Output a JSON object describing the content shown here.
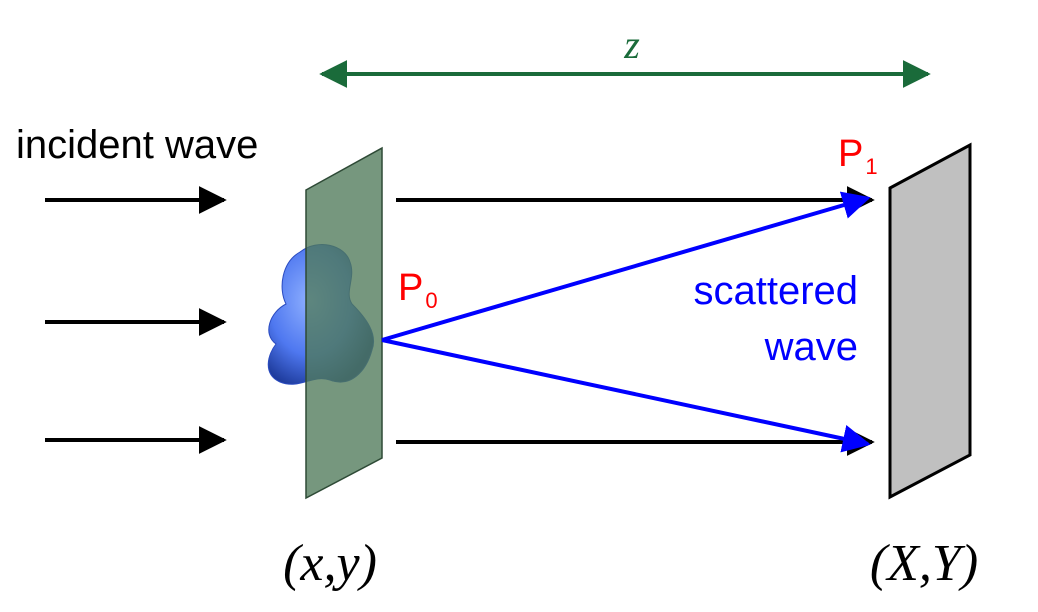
{
  "labels": {
    "distance": "z",
    "incident": "incident wave",
    "p0_letter": "P",
    "p0_sub": "0",
    "p1_letter": "P",
    "p1_sub": "1",
    "scattered_line1": "scattered",
    "scattered_line2": "wave",
    "object_coords": "(x,y)",
    "detector_coords": "(X,Y)"
  },
  "colors": {
    "incident": "#000000",
    "scattered": "#0000ff",
    "distance": "#1a6b3a",
    "point_labels": "#ff0000",
    "object_plane": "#4f7a5a",
    "detector_plane": "#c0c0c0",
    "sample": "#4f78f0"
  }
}
